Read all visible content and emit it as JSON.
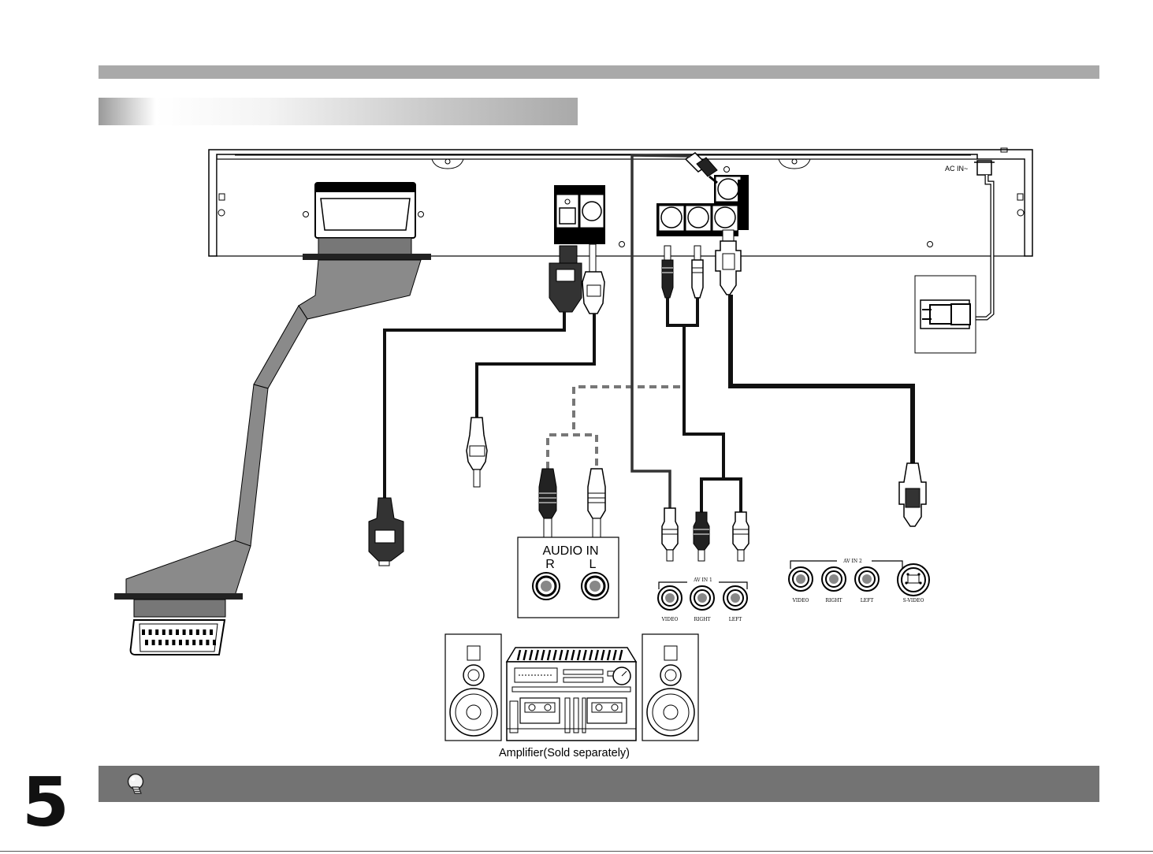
{
  "device": {
    "ac_in_label": "AC IN~"
  },
  "amplifier_panel": {
    "audio_in_label": "AUDIO IN",
    "right_label": "R",
    "left_label": "L"
  },
  "av_in_1": {
    "title": "AV IN 1",
    "jacks": [
      "VIDEO",
      "RIGHT",
      "LEFT"
    ]
  },
  "av_in_2": {
    "title": "AV IN 2",
    "jacks": [
      "VIDEO",
      "RIGHT",
      "LEFT",
      "S-VIDEO"
    ]
  },
  "amplifier_caption": "Amplifier(Sold separately)",
  "page_number": "5",
  "icons": {
    "tip": "lightbulb-icon"
  }
}
